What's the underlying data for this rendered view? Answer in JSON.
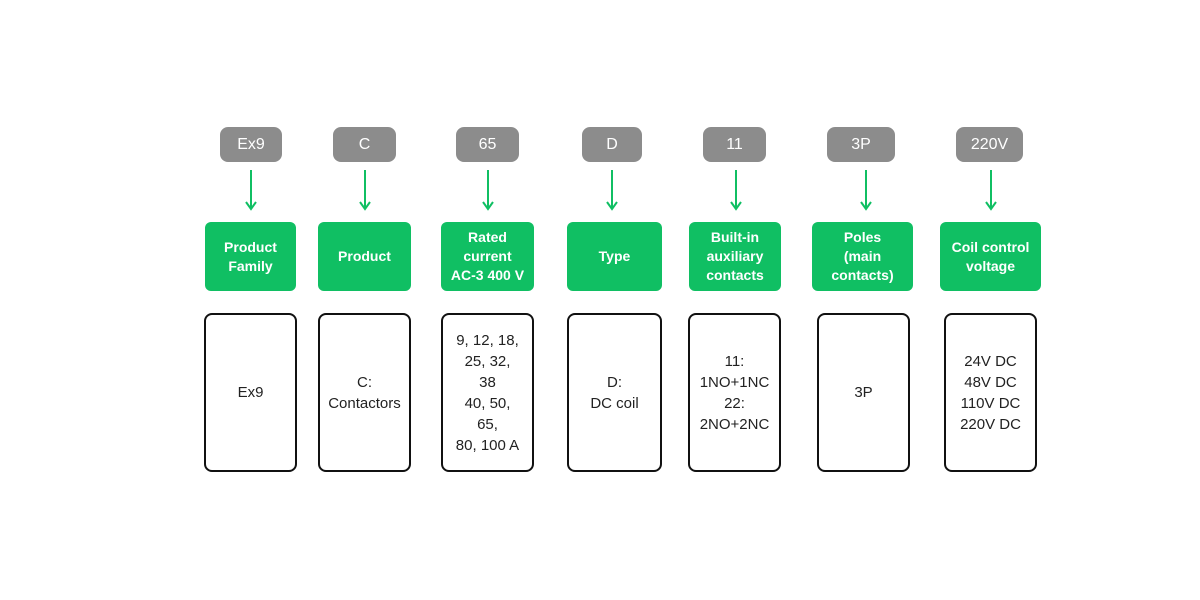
{
  "colors": {
    "code_pill": "#8c8c8c",
    "label_box": "#10bf63",
    "arrow": "#10bf63",
    "value_border": "#111111"
  },
  "segments": [
    {
      "code": "Ex9",
      "label": "Product\nFamily",
      "value": "Ex9"
    },
    {
      "code": "C",
      "label": "Product",
      "value": "C:\nContactors"
    },
    {
      "code": "65",
      "label": "Rated\ncurrent\nAC-3 400 V",
      "value": "9, 12, 18,\n25, 32,\n38\n40, 50,\n65,\n80, 100 A"
    },
    {
      "code": "D",
      "label": "Type",
      "value": "D:\nDC coil"
    },
    {
      "code": "11",
      "label": "Built-in\nauxiliary\ncontacts",
      "value": "11:\n1NO+1NC\n22:\n2NO+2NC"
    },
    {
      "code": "3P",
      "label": "Poles\n(main\ncontacts)",
      "value": "3P"
    },
    {
      "code": "220V",
      "label": "Coil control\nvoltage",
      "value": "24V DC\n48V DC\n110V DC\n220V DC"
    }
  ]
}
